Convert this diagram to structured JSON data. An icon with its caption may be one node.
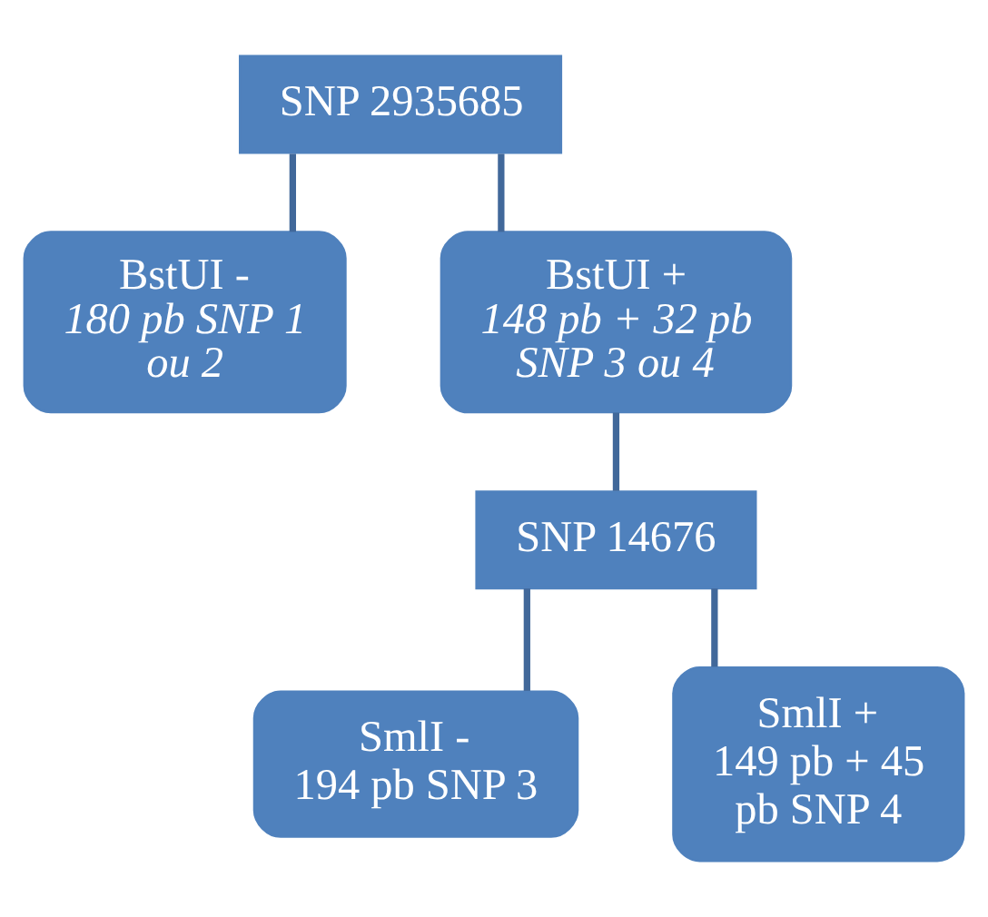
{
  "diagram": {
    "nodes": [
      {
        "text": [
          "SNP 2935685"
        ]
      },
      {
        "text": [
          "BstUI -",
          "180 pb SNP 1 ou 2"
        ]
      },
      {
        "text": [
          "BstUI +",
          "148 pb + 32 pb SNP 3 ou 4"
        ]
      },
      {
        "text": [
          "SNP 14676"
        ]
      },
      {
        "text": [
          "SmlI -",
          "194 pb SNP 3"
        ]
      },
      {
        "text": [
          "SmlI +",
          "149 pb + 45 pb SNP 4"
        ]
      }
    ],
    "edges": [
      {
        "from": 0,
        "to": 1,
        "arrow": "none"
      },
      {
        "from": 0,
        "to": 2,
        "arrow": "none"
      },
      {
        "from": 2,
        "to": 3,
        "arrow": "none"
      },
      {
        "from": 3,
        "to": 4,
        "arrow": "none"
      },
      {
        "from": 3,
        "to": 5,
        "arrow": "none"
      }
    ]
  }
}
